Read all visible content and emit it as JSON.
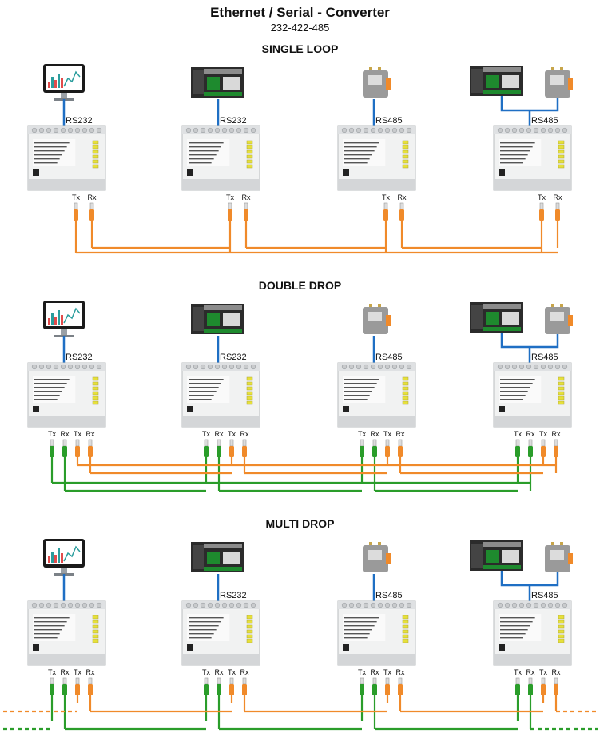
{
  "header": {
    "title": "Ethernet / Serial - Converter",
    "subtitle": "232-422-485"
  },
  "sections": [
    {
      "title": "SINGLE LOOP",
      "units": [
        {
          "device": "monitor",
          "interface": "RS232",
          "ports": [
            "Tx",
            "Rx"
          ]
        },
        {
          "device": "plc",
          "interface": "RS232",
          "ports": [
            "Tx",
            "Rx"
          ]
        },
        {
          "device": "sensor",
          "interface": "RS485",
          "ports": [
            "Tx",
            "Rx"
          ]
        },
        {
          "device": "plc+sensor",
          "interface": "RS485",
          "ports": [
            "Tx",
            "Rx"
          ]
        }
      ]
    },
    {
      "title": "DOUBLE DROP",
      "units": [
        {
          "device": "monitor",
          "interface": "RS232",
          "ports": [
            "Tx",
            "Rx",
            "Tx",
            "Rx"
          ]
        },
        {
          "device": "plc",
          "interface": "RS232",
          "ports": [
            "Tx",
            "Rx",
            "Tx",
            "Rx"
          ]
        },
        {
          "device": "sensor",
          "interface": "RS485",
          "ports": [
            "Tx",
            "Rx",
            "Tx",
            "Rx"
          ]
        },
        {
          "device": "plc+sensor",
          "interface": "RS485",
          "ports": [
            "Tx",
            "Rx",
            "Tx",
            "Rx"
          ]
        }
      ]
    },
    {
      "title": "MULTI DROP",
      "units": [
        {
          "device": "monitor",
          "interface": "",
          "ports": [
            "Tx",
            "Rx",
            "Tx",
            "Rx"
          ]
        },
        {
          "device": "plc",
          "interface": "RS232",
          "ports": [
            "Tx",
            "Rx",
            "Tx",
            "Rx"
          ]
        },
        {
          "device": "sensor",
          "interface": "RS485",
          "ports": [
            "Tx",
            "Rx",
            "Tx",
            "Rx"
          ]
        },
        {
          "device": "plc+sensor",
          "interface": "RS485",
          "ports": [
            "Tx",
            "Rx",
            "Tx",
            "Rx"
          ]
        }
      ]
    }
  ],
  "colors": {
    "serial_line": "#1f6fc4",
    "fiber_orange": "#f08a2a",
    "fiber_green": "#2a9d2a",
    "module_body": "#f1f2f2",
    "module_edge": "#b9bcbf",
    "led_yellow": "#e6e03a"
  }
}
